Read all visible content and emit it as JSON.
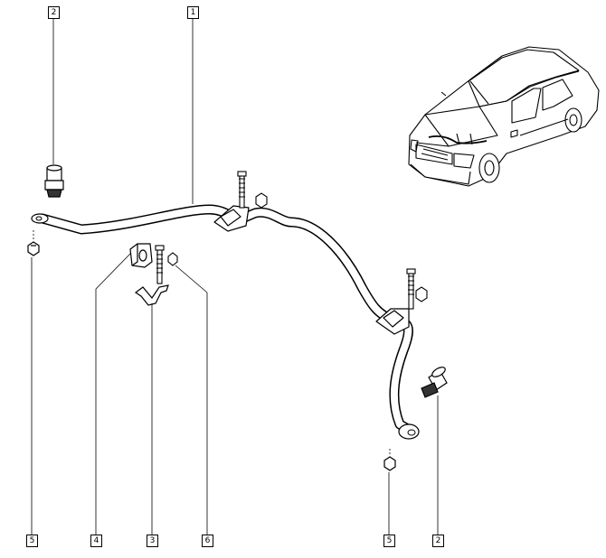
{
  "callouts": {
    "c2_top": "2",
    "c1_top": "1",
    "c5_left": "5",
    "c4": "4",
    "c3": "3",
    "c6": "6",
    "c5_right": "5",
    "c2_bottom": "2"
  },
  "icons": {
    "vehicle": "sedan-car-illustration",
    "bar": "anti-roll-bar",
    "links": "drop-link",
    "bushing": "rubber-bushing",
    "clamp": "bearing-clamp",
    "bolt": "bolt",
    "nut": "nut"
  },
  "colors": {
    "ink": "#000000",
    "paper": "#ffffff"
  }
}
